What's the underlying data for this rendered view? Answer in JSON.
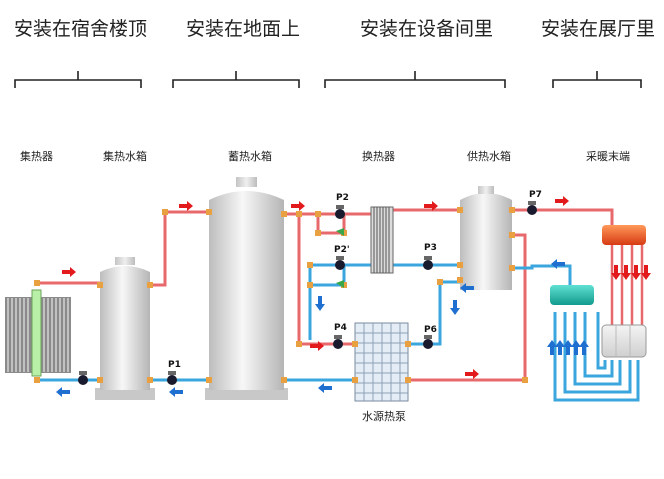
{
  "zones": [
    {
      "label": "安装在宿舍楼顶"
    },
    {
      "label": "安装在地面上"
    },
    {
      "label": "安装在设备间里"
    },
    {
      "label": "安装在展厅里"
    }
  ],
  "components": {
    "collector": "集热器",
    "collector_tank": "集热水箱",
    "storage_tank": "蓄热水箱",
    "heat_exchanger": "换热器",
    "supply_tank": "供热水箱",
    "heating_terminal": "采暖末端",
    "water_source_heat_pump": "水源热泵"
  },
  "pumps": {
    "p1": "P1",
    "p2": "P2",
    "p2b": "P2'",
    "p3": "P3",
    "p4": "P4",
    "p6": "P6",
    "p7": "P7"
  },
  "colors": {
    "hot_pipe": "#e8696b",
    "cold_pipe": "#3aa6dd",
    "arrow_red": "#e31a1c",
    "arrow_blue": "#1f6fd1",
    "valve_orange": "#e8a040",
    "pump_dark": "#1a1a2e",
    "tank_grey": "#d8d8d8",
    "manifold_red": "#e8541e",
    "manifold_teal": "#1fa8a0"
  }
}
